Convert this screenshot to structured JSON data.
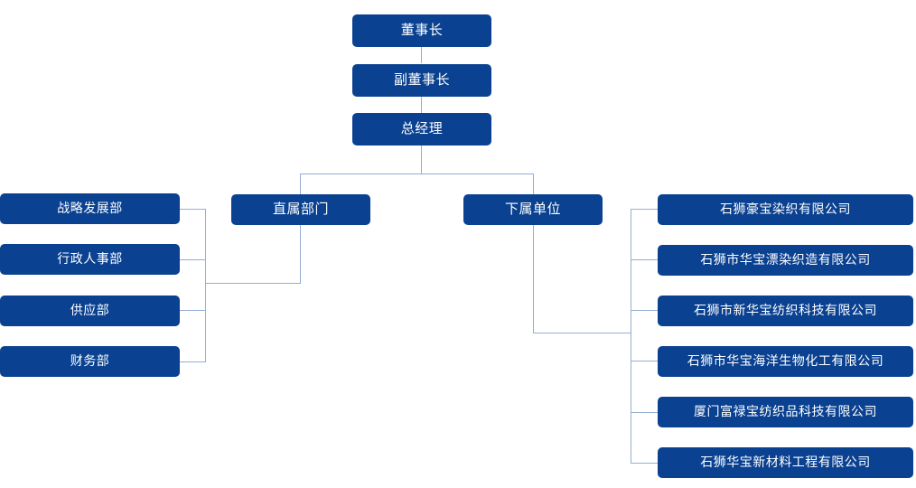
{
  "chart": {
    "type": "org-chart",
    "title": "",
    "box_color": "#0a4190",
    "line_color": "#93aed4",
    "text_color": "#ffffff",
    "background": "#ffffff"
  },
  "hierarchy": {
    "level1": {
      "label": "董事长"
    },
    "level2": {
      "label": "副董事长"
    },
    "level3": {
      "label": "总经理"
    },
    "branches": [
      {
        "label": "直属部门"
      },
      {
        "label": "下属单位"
      }
    ]
  },
  "departments": [
    {
      "label": "战略发展部"
    },
    {
      "label": "行政人事部"
    },
    {
      "label": "供应部"
    },
    {
      "label": "财务部"
    }
  ],
  "subsidiaries": [
    {
      "label": "石狮豪宝染织有限公司"
    },
    {
      "label": "石狮市华宝漂染织造有限公司"
    },
    {
      "label": "石狮市新华宝纺织科技有限公司"
    },
    {
      "label": "石狮市华宝海洋生物化工有限公司"
    },
    {
      "label": "厦门富禄宝纺织品科技有限公司"
    },
    {
      "label": "石狮华宝新材料工程有限公司"
    }
  ]
}
